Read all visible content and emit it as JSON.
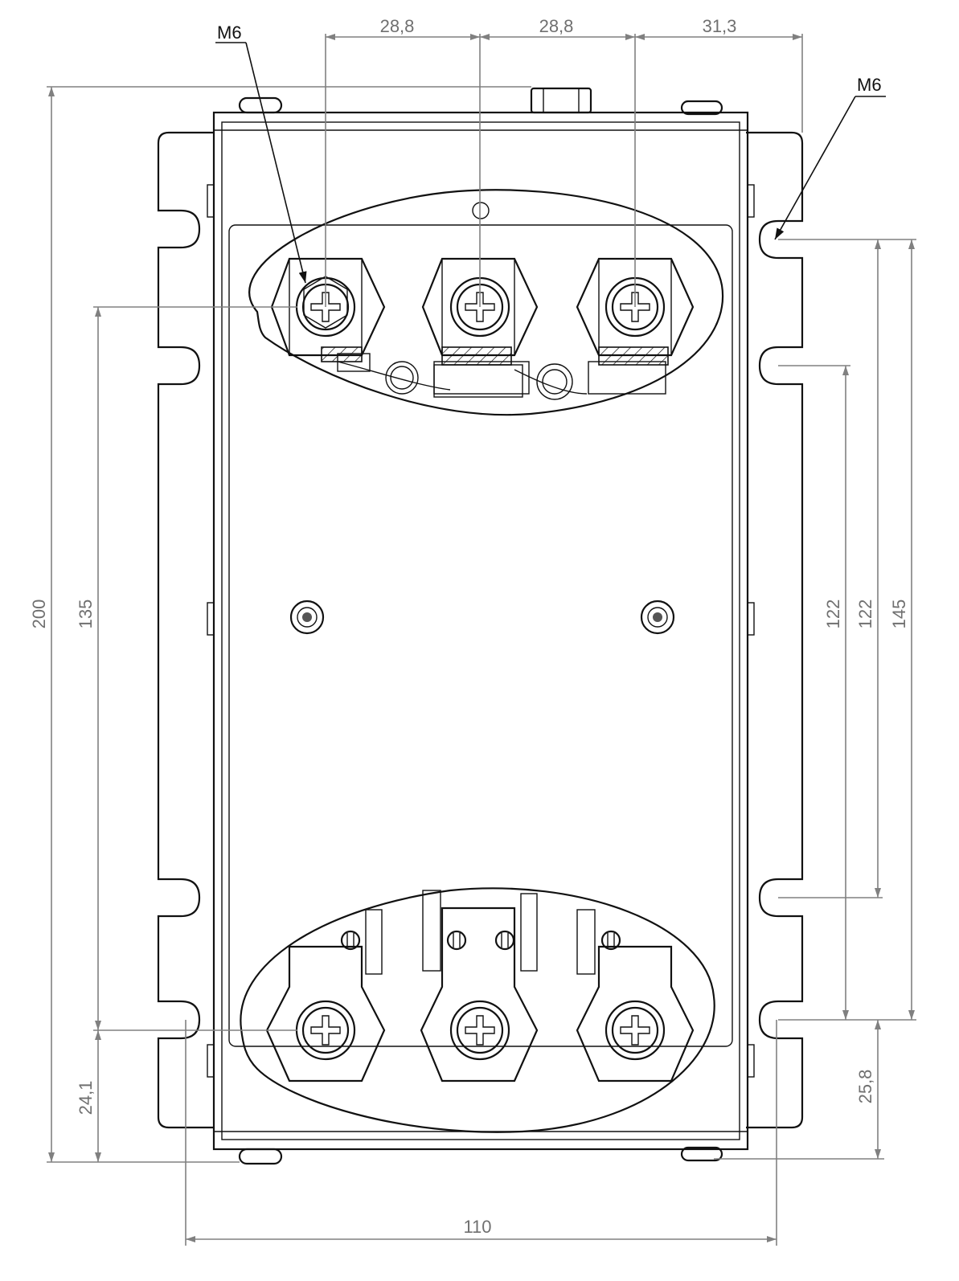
{
  "dimensions": {
    "top_spacing_1": "28,8",
    "top_spacing_2": "28,8",
    "top_spacing_3": "31,3",
    "overall_height": "200",
    "left_terminal_height": "135",
    "left_bottom_offset": "24,1",
    "right_slot_span_a": "122",
    "right_slot_span_b": "122",
    "right_overall_slot": "145",
    "right_bottom_offset": "25,8",
    "overall_width": "110"
  },
  "callouts": {
    "thread_top_left": "M6",
    "thread_top_right": "M6"
  },
  "colors": {
    "line": "#111111",
    "dimension": "#808080"
  }
}
